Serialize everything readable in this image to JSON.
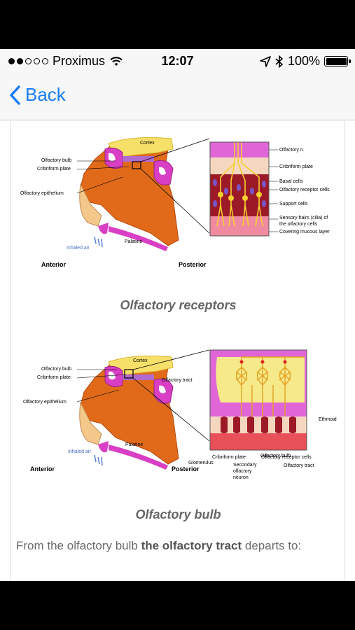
{
  "status_bar": {
    "carrier": "Proximus",
    "time": "12:07",
    "battery": "100%"
  },
  "nav": {
    "back_label": "Back"
  },
  "figure1": {
    "caption": "Olfactory receptors",
    "labels": {
      "cortex": "Cortex",
      "olfactory_bulb": "Olfactory bulb",
      "cribriform_plate": "Cribriform plate",
      "olfactory_epithelium": "Olfactory epithelium",
      "inhaled_air": "Inhaled air",
      "palatine": "Palatine",
      "anterior": "Anterior",
      "posterior": "Posterior",
      "olfactory_n": "Olfactory n.",
      "cribriform_plate_r": "Cribriform plate",
      "basal_cells": "Basal cells",
      "olfactory_receptor_cells": "Olfactory receptor cells",
      "support_cells": "Support cells",
      "sensory_hairs_1": "Sensory hairs (cilia) of",
      "sensory_hairs_2": "the olfactory cells",
      "covering_mucous": "Covering mucous layer"
    }
  },
  "figure2": {
    "caption": "Olfactory bulb",
    "labels": {
      "cortex": "Cortex",
      "olfactory_bulb": "Olfactory bulb",
      "cribriform_plate": "Cribriform plate",
      "olfactory_epithelium": "Olfactory epithelium",
      "olfactory_tract": "Olfactory tract",
      "inhaled_air": "Inhaled air",
      "palatine": "Palatine",
      "anterior": "Anterior",
      "posterior": "Posterior",
      "glomerulus": "Glomerulus",
      "secondary_1": "Secondary",
      "secondary_2": "olfactory",
      "secondary_3": "neuron",
      "olfactory_bulb_r": "Olfactory bulb",
      "olfactory_tract_r": "Olfactory tract",
      "ethmoid": "Ethmoid",
      "cribriform_plate_r": "Cribriform plate",
      "olfactory_receptor_cells": "Olfactory receptor cells"
    }
  },
  "body": {
    "text_before": "From the olfactory bulb ",
    "text_bold": "the olfactory tract",
    "text_after": " departs to:"
  }
}
